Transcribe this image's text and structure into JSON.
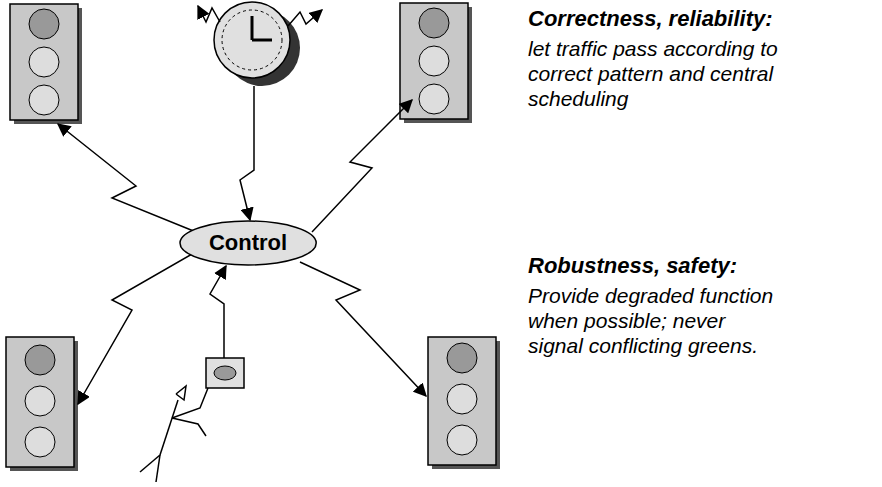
{
  "diagram": {
    "nodes": [
      {
        "text": [
          "Control"
        ]
      }
    ],
    "labels": [
      "Correctness, reliability:",
      "let traffic pass according to correct pattern and central scheduling",
      "Robustness, safety:",
      "Provide degraded function when possible; never signal conflicting greens."
    ]
  }
}
